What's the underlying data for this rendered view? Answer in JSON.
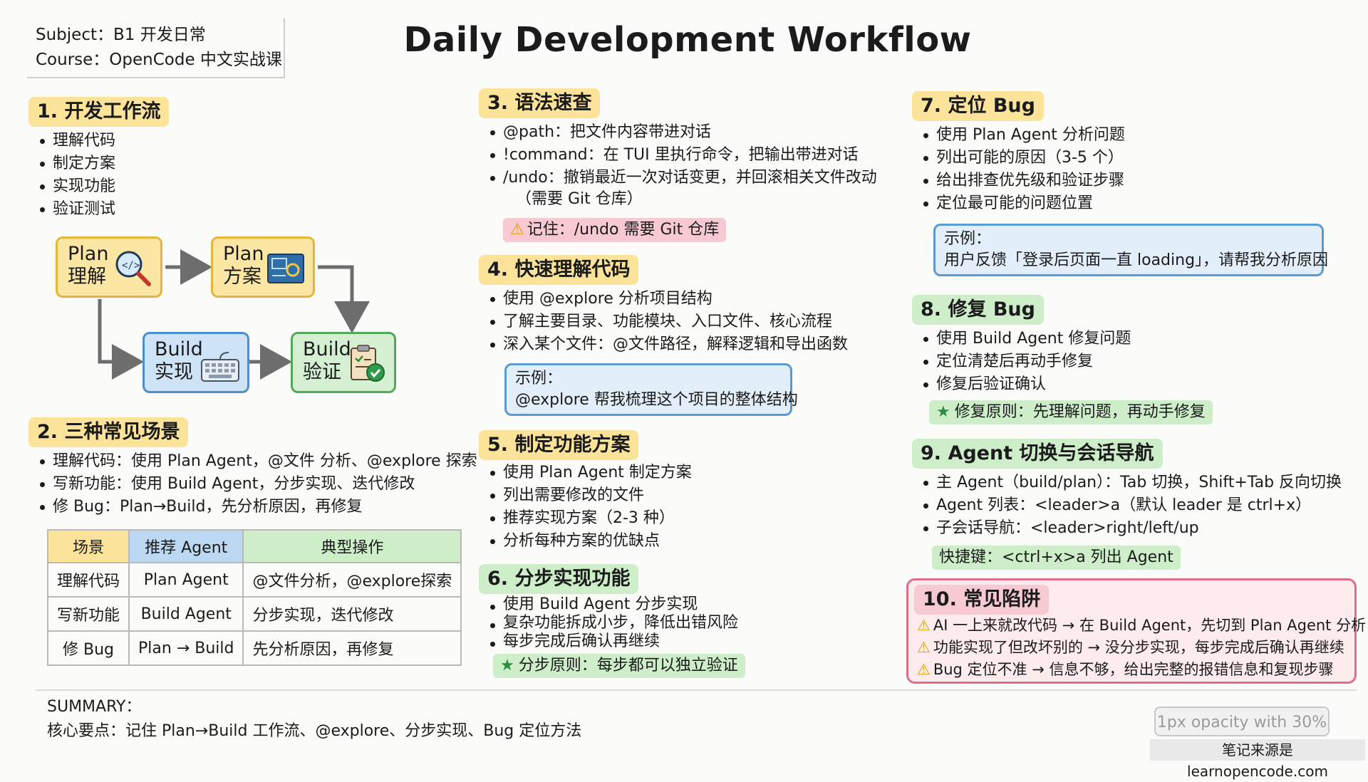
{
  "header": {
    "subject": "Subject：B1 开发日常",
    "course": "Course：OpenCode 中文实战课",
    "title": "Daily Development Workflow"
  },
  "s1": {
    "heading": "1. 开发工作流",
    "items": [
      "理解代码",
      "制定方案",
      "实现功能",
      "验证测试"
    ],
    "flow": {
      "understand": [
        "Plan",
        "理解"
      ],
      "plan": [
        "Plan",
        "方案"
      ],
      "build": [
        "Build",
        "实现"
      ],
      "verify": [
        "Build",
        "验证"
      ]
    }
  },
  "s2": {
    "heading": "2. 三种常见场景",
    "items": [
      "理解代码：使用 Plan Agent，@文件 分析、@explore 探索",
      "写新功能：使用 Build Agent，分步实现、迭代修改",
      "修 Bug：Plan→Build，先分析原因，再修复"
    ],
    "table": {
      "headers": [
        "场景",
        "推荐 Agent",
        "典型操作"
      ],
      "rows": [
        [
          "理解代码",
          "Plan Agent",
          "@文件分析，@explore探索"
        ],
        [
          "写新功能",
          "Build Agent",
          "分步实现，迭代修改"
        ],
        [
          "修 Bug",
          "Plan → Build",
          "先分析原因，再修复"
        ]
      ]
    }
  },
  "s3": {
    "heading": "3. 语法速查",
    "items": [
      "@path：把文件内容带进对话",
      "!command：在 TUI 里执行命令，把输出带进对话",
      "/undo：撤销最近一次对话变更，并回滚相关文件改动"
    ],
    "items_cont": "（需要 Git 仓库）",
    "callout": "记住：/undo 需要 Git 仓库"
  },
  "s4": {
    "heading": "4. 快速理解代码",
    "items": [
      "使用 @explore 分析项目结构",
      "了解主要目录、功能模块、入口文件、核心流程",
      "深入某个文件：@文件路径，解释逻辑和导出函数"
    ],
    "example_label": "示例：",
    "example_text": "@explore 帮我梳理这个项目的整体结构"
  },
  "s5": {
    "heading": "5. 制定功能方案",
    "items": [
      "使用 Plan Agent 制定方案",
      "列出需要修改的文件",
      "推荐实现方案（2-3 种）",
      "分析每种方案的优缺点"
    ]
  },
  "s6": {
    "heading": "6. 分步实现功能",
    "items": [
      "使用 Build Agent 分步实现",
      "复杂功能拆成小步，降低出错风险",
      "每步完成后确认再继续"
    ],
    "callout": "分步原则：每步都可以独立验证"
  },
  "s7": {
    "heading": "7. 定位 Bug",
    "items": [
      "使用 Plan Agent 分析问题",
      "列出可能的原因（3-5 个）",
      "给出排查优先级和验证步骤",
      "定位最可能的问题位置"
    ],
    "example_label": "示例：",
    "example_text": "用户反馈「登录后页面一直 loading」，请帮我分析原因"
  },
  "s8": {
    "heading": "8. 修复 Bug",
    "items": [
      "使用 Build Agent 修复问题",
      "定位清楚后再动手修复",
      "修复后验证确认"
    ],
    "callout": "修复原则：先理解问题，再动手修复"
  },
  "s9": {
    "heading": "9. Agent 切换与会话导航",
    "items": [
      "主 Agent（build/plan）：Tab 切换，Shift+Tab 反向切换",
      "Agent 列表：<leader>a（默认 leader 是 ctrl+x）",
      "子会话导航：<leader>right/left/up"
    ],
    "callout": "快捷键：<ctrl+x>a 列出 Agent"
  },
  "s10": {
    "heading": "10. 常见陷阱",
    "items": [
      "AI 一上来就改代码 → 在 Build Agent，先切到 Plan Agent 分析",
      "功能实现了但改坏别的 → 没分步实现，每步完成后确认再继续",
      "Bug 定位不准 → 信息不够，给出完整的报错信息和复现步骤"
    ]
  },
  "summary": {
    "label": "SUMMARY：",
    "text": "核心要点：记住 Plan→Build 工作流、@explore、分步实现、Bug 定位方法"
  },
  "footer": {
    "badge": "1px opacity with 30%",
    "source": "笔记来源是 learnopencode.com"
  },
  "colors": {
    "yellow_head": "#fbe49a",
    "green_head": "#cdeec9",
    "pink_head": "#f7c9d2",
    "example_border": "#5b9bd5",
    "pitfall_border": "#e26d8a"
  }
}
